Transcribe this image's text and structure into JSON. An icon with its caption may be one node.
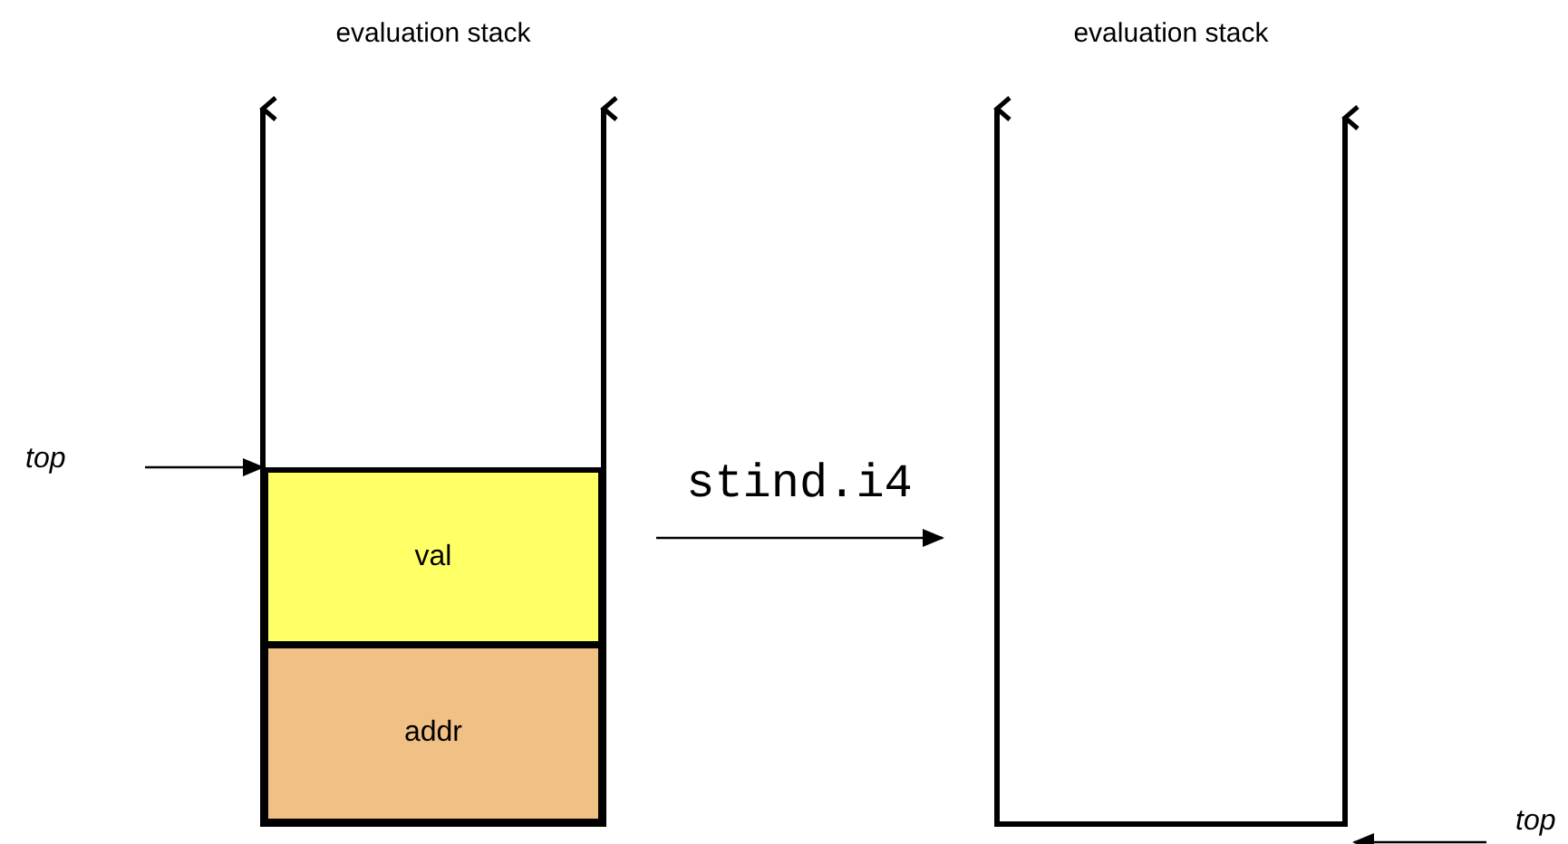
{
  "diagram": {
    "nodes": [
      {
        "text": [
          "evaluation stack"
        ]
      },
      {
        "text": [
          "val"
        ],
        "in": 0
      },
      {
        "text": [
          "addr"
        ],
        "in": 0
      },
      {
        "text": [
          "top"
        ]
      },
      {
        "text": [
          "evaluation stack"
        ]
      },
      {
        "text": [
          "top"
        ]
      }
    ],
    "edges": [
      {
        "from": 0,
        "to": 4,
        "arrow": "to",
        "label": "stind.i4"
      },
      {
        "from": 3,
        "to": 1,
        "arrow": "to"
      },
      {
        "from": 5,
        "to": 4,
        "arrow": "to"
      }
    ]
  }
}
